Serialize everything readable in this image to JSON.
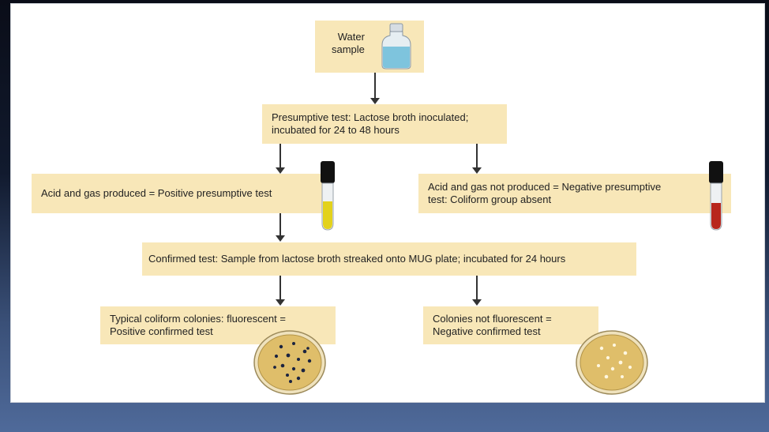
{
  "diagram": {
    "water_sample_label": "Water\nsample",
    "presumptive_test": "Presumptive test: Lactose broth inoculated;\nincubated for 24 to 48 hours",
    "positive_presumptive": "Acid and gas produced = Positive presumptive test",
    "negative_presumptive": "Acid and gas not produced = Negative presumptive\ntest: Coliform group absent",
    "confirmed_test": "Confirmed test: Sample from lactose broth streaked onto MUG plate; incubated for 24 hours",
    "positive_confirmed": "Typical coliform colonies: fluorescent =\nPositive confirmed test",
    "negative_confirmed": "Colonies not fluorescent =\nNegative confirmed test"
  },
  "colors": {
    "box_fill": "#f8e7b8",
    "bottle_liquid": "#7ec4dd",
    "positive_tube_liquid": "#e3d21c",
    "negative_tube_liquid": "#b8261c",
    "plate_agar": "#dfbe6a",
    "positive_colony": "#1b2340",
    "negative_colony": "#fff7e0"
  }
}
